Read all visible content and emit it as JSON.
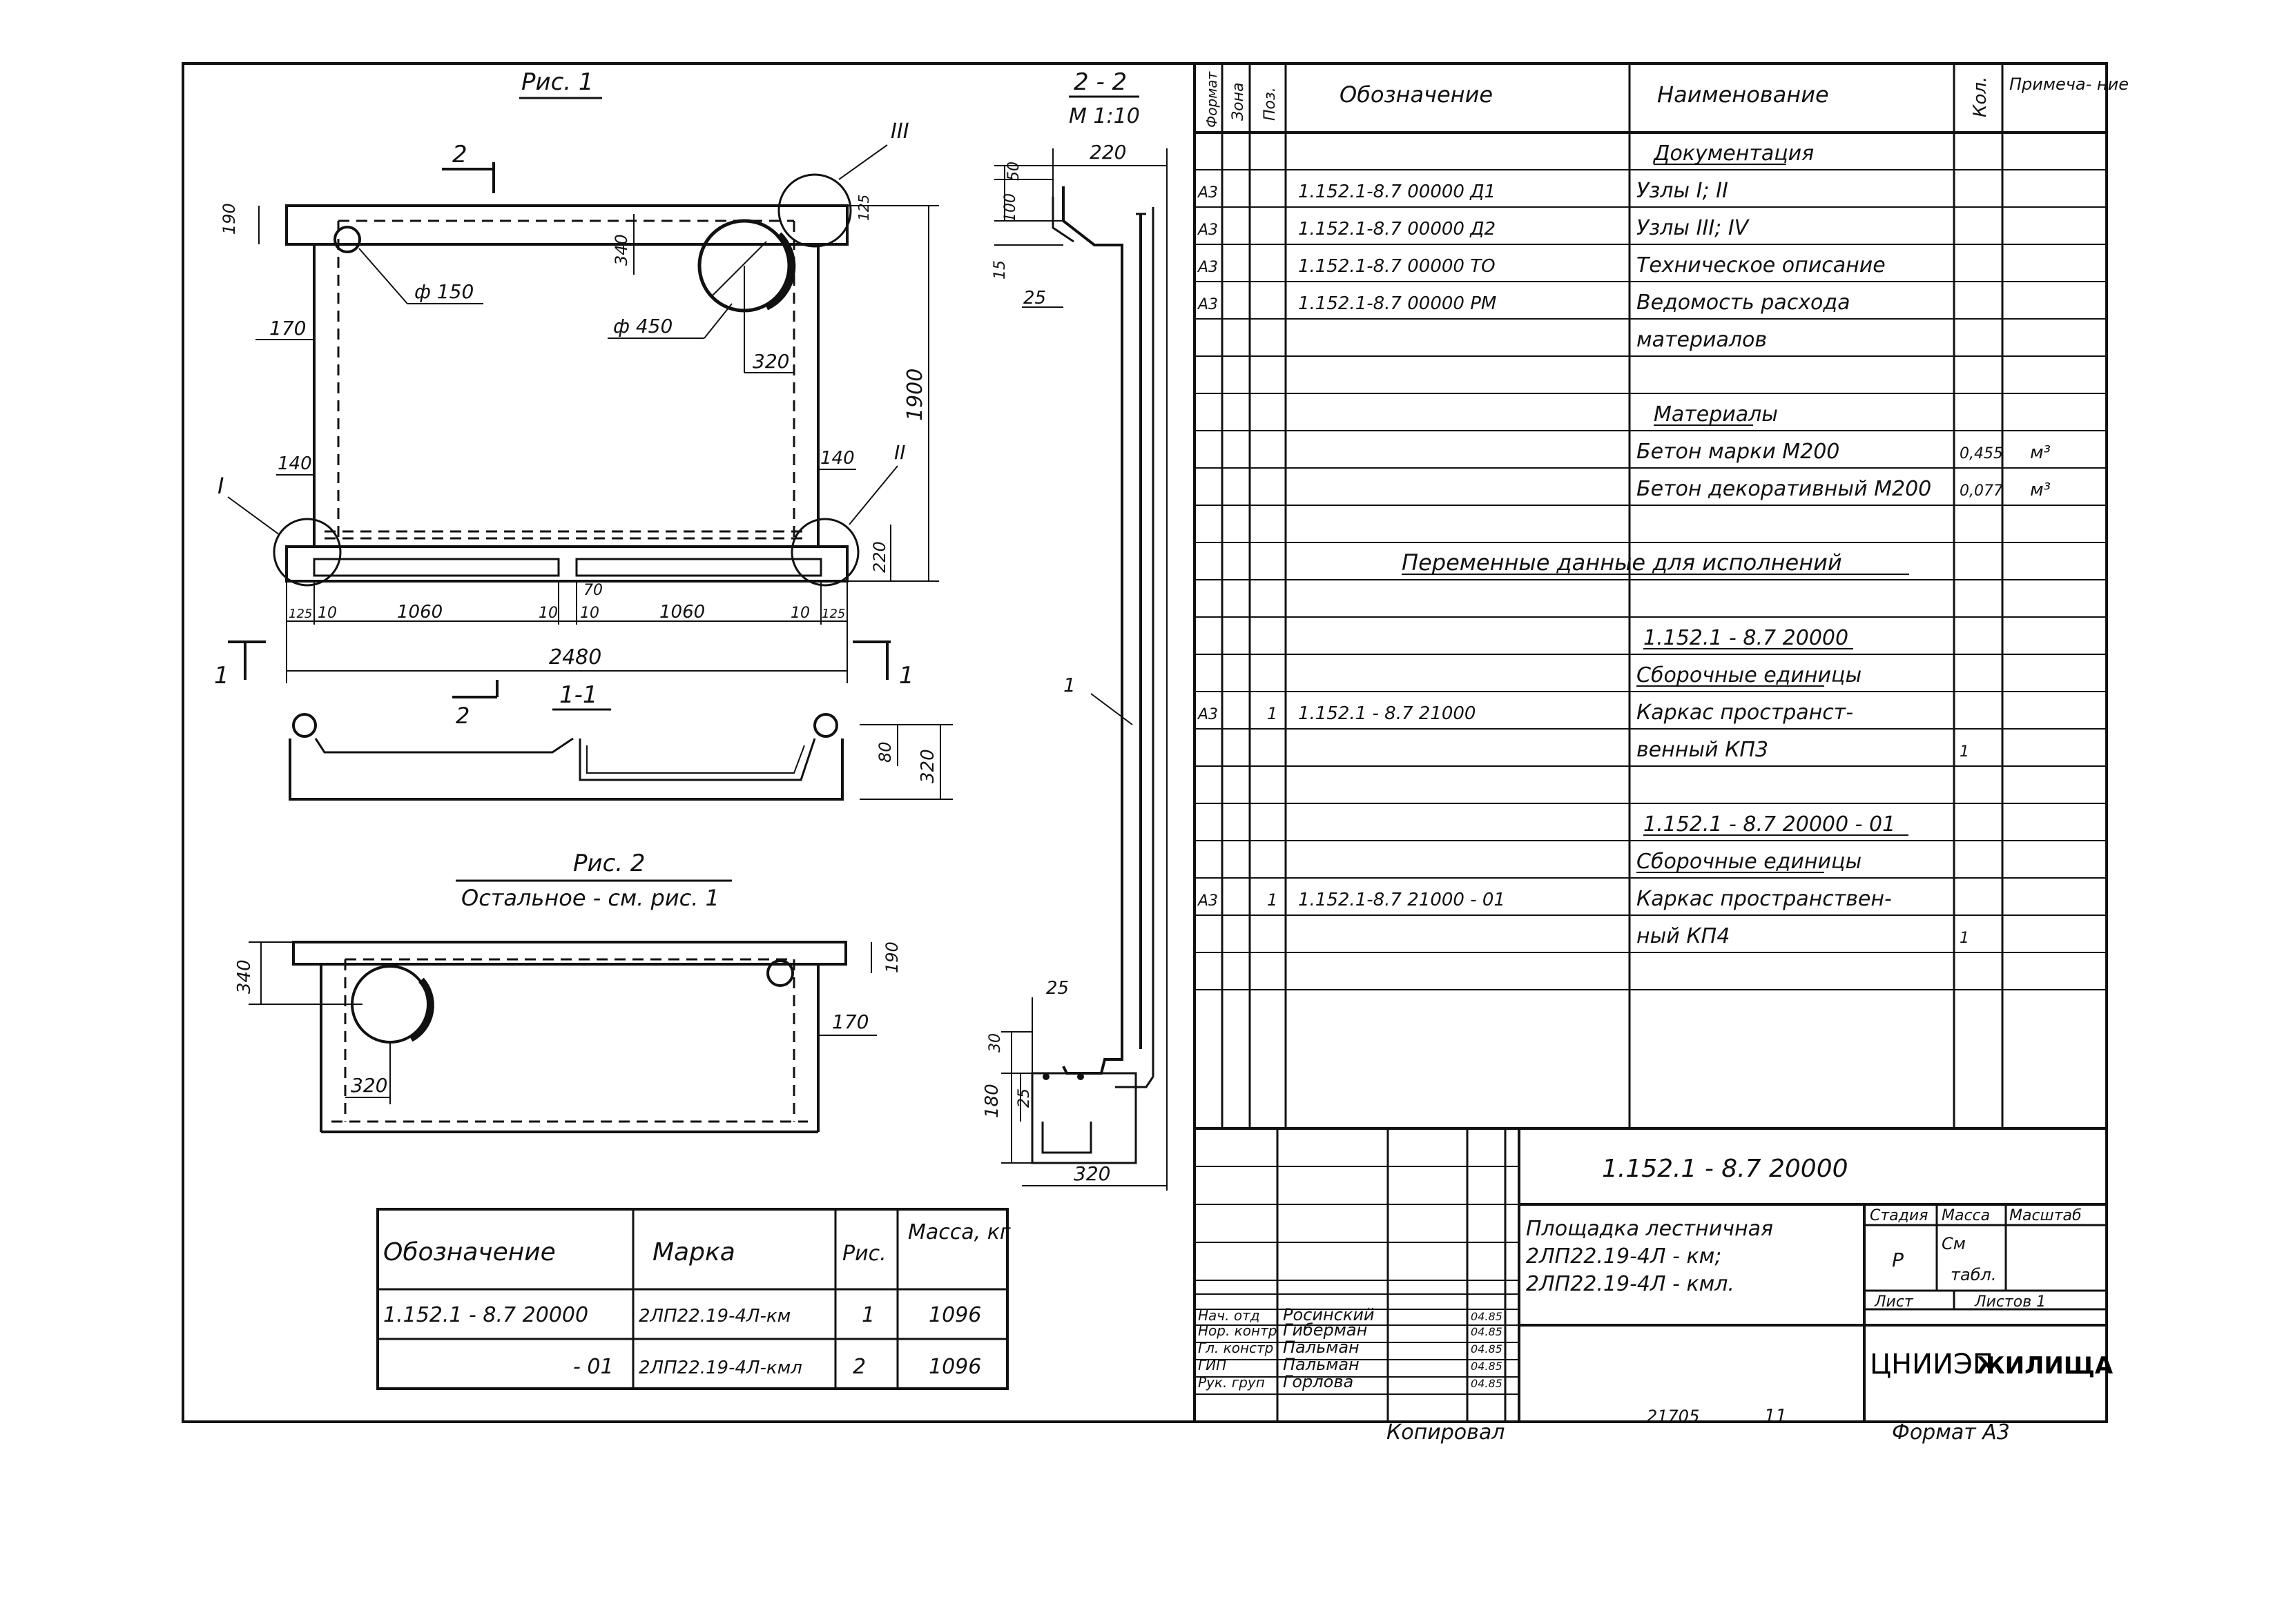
{
  "fig1": {
    "title": "Рис. 1",
    "dims": {
      "d190": "190",
      "d170": "170",
      "d140a": "140",
      "d140b": "140",
      "d340": "340",
      "d125": "125",
      "d1900": "1900",
      "d320": "320",
      "d220": "220",
      "d125a": "125",
      "d10a": "10",
      "d1060a": "1060",
      "d10b": "10",
      "d70": "70",
      "d10c": "10",
      "d1060b": "1060",
      "d10d": "10",
      "d125b": "125",
      "d2480": "2480"
    },
    "phi150": "ф 150",
    "phi450": "ф 450",
    "node_I": "I",
    "node_II": "II",
    "node_III": "III",
    "cut2_top": "2",
    "cut1_left": "1",
    "cut1_right": "1"
  },
  "section11": {
    "title": "1-1",
    "cut2": "2",
    "d80": "80",
    "d320": "320"
  },
  "fig2": {
    "title": "Рис. 2",
    "subtitle": "Остальное - см. рис. 1",
    "d340": "340",
    "d190": "190",
    "d170": "170",
    "d320": "320"
  },
  "section22": {
    "title": "2 - 2",
    "scale": "М 1:10",
    "d220": "220",
    "d50": "50",
    "d100": "100",
    "d15": "15",
    "d25a": "25",
    "leader1": "1",
    "d25b": "25",
    "d30": "30",
    "d180": "180",
    "d25c": "25",
    "d320": "320"
  },
  "marks_table": {
    "headers": [
      "Обозначение",
      "Марка",
      "Рис.",
      "Масса, кг"
    ],
    "rows": [
      [
        "1.152.1 - 8.7 20000",
        "2ЛП22.19-4Л-км",
        "1",
        "1096"
      ],
      [
        "- 01",
        "2ЛП22.19-4Л-кмл",
        "2",
        "1096"
      ]
    ]
  },
  "spec": {
    "headers": [
      "Формат",
      "Зона",
      "Поз.",
      "Обозначение",
      "Наименование",
      "Кол.",
      "Примеча- ние"
    ],
    "rows": [
      [
        "",
        "",
        "",
        "",
        "Документация",
        "",
        ""
      ],
      [
        "А3",
        "",
        "",
        "1.152.1-8.7 00000 Д1",
        "Узлы I; II",
        "",
        ""
      ],
      [
        "А3",
        "",
        "",
        "1.152.1-8.7 00000 Д2",
        "Узлы III; IV",
        "",
        ""
      ],
      [
        "А3",
        "",
        "",
        "1.152.1-8.7 00000 ТО",
        "Техническое описание",
        "",
        ""
      ],
      [
        "А3",
        "",
        "",
        "1.152.1-8.7 00000 РМ",
        "Ведомость расхода",
        "",
        ""
      ],
      [
        "",
        "",
        "",
        "",
        "материалов",
        "",
        ""
      ],
      [
        "",
        "",
        "",
        "",
        "",
        "",
        ""
      ],
      [
        "",
        "",
        "",
        "",
        "Материалы",
        "",
        ""
      ],
      [
        "",
        "",
        "",
        "",
        "Бетон марки М200",
        "0,455",
        "м³"
      ],
      [
        "",
        "",
        "",
        "",
        "Бетон декоративный М200",
        "0,077",
        "м³"
      ],
      [
        "",
        "",
        "",
        "",
        "",
        "",
        ""
      ],
      [
        "",
        "",
        "",
        "",
        "",
        "",
        ""
      ],
      [
        "",
        "",
        "",
        "",
        "",
        "",
        ""
      ],
      [
        "",
        "",
        "",
        "",
        "1.152.1 - 8.7 20000",
        "",
        ""
      ],
      [
        "",
        "",
        "",
        "",
        "Сборочные единицы",
        "",
        ""
      ],
      [
        "А3",
        "",
        "1",
        "1.152.1 - 8.7 21000",
        "Каркас пространст-",
        "",
        ""
      ],
      [
        "",
        "",
        "",
        "",
        "венный КП3",
        "1",
        ""
      ],
      [
        "",
        "",
        "",
        "",
        "",
        "",
        ""
      ],
      [
        "",
        "",
        "",
        "",
        "1.152.1 - 8.7 20000 - 01",
        "",
        ""
      ],
      [
        "",
        "",
        "",
        "",
        "Сборочные единицы",
        "",
        ""
      ],
      [
        "А3",
        "",
        "1",
        "1.152.1-8.7 21000 - 01",
        "Каркас пространствен-",
        "",
        ""
      ],
      [
        "",
        "",
        "",
        "",
        "ный КП4",
        "1",
        ""
      ],
      [
        "",
        "",
        "",
        "",
        "",
        "",
        ""
      ]
    ],
    "variable_header": "Переменные данные для исполнений"
  },
  "title_block": {
    "doc_number": "1.152.1 - 8.7 20000",
    "name_line1": "Площадка лестничная",
    "name_line2": "2ЛП22.19-4Л - км;",
    "name_line3": "2ЛП22.19-4Л - кмл.",
    "stage_label": "Стадия",
    "mass_label": "Масса",
    "scale_label": "Масштаб",
    "stage_value": "Р",
    "mass_value1": "См",
    "mass_value2": "табл.",
    "sheet_label": "Лист",
    "sheets_label": "Листов 1",
    "org_part1": "ЦНИИЭП",
    "org_part2": "ЖИЛИЩА",
    "signers": [
      {
        "role": "Нач. отд",
        "name": "Росинский",
        "date": "04.85"
      },
      {
        "role": "Нор. контр",
        "name": "Гиберман",
        "date": "04.85"
      },
      {
        "role": "Гл. констр",
        "name": "Пальман",
        "date": "04.85"
      },
      {
        "role": "ГИП",
        "name": "Пальман",
        "date": "04.85"
      },
      {
        "role": "Рук. груп",
        "name": "Горлова",
        "date": "04.85"
      }
    ]
  },
  "footer": {
    "copied": "Копировал",
    "number": "21705",
    "sheet": "11",
    "format": "Формат А3"
  }
}
